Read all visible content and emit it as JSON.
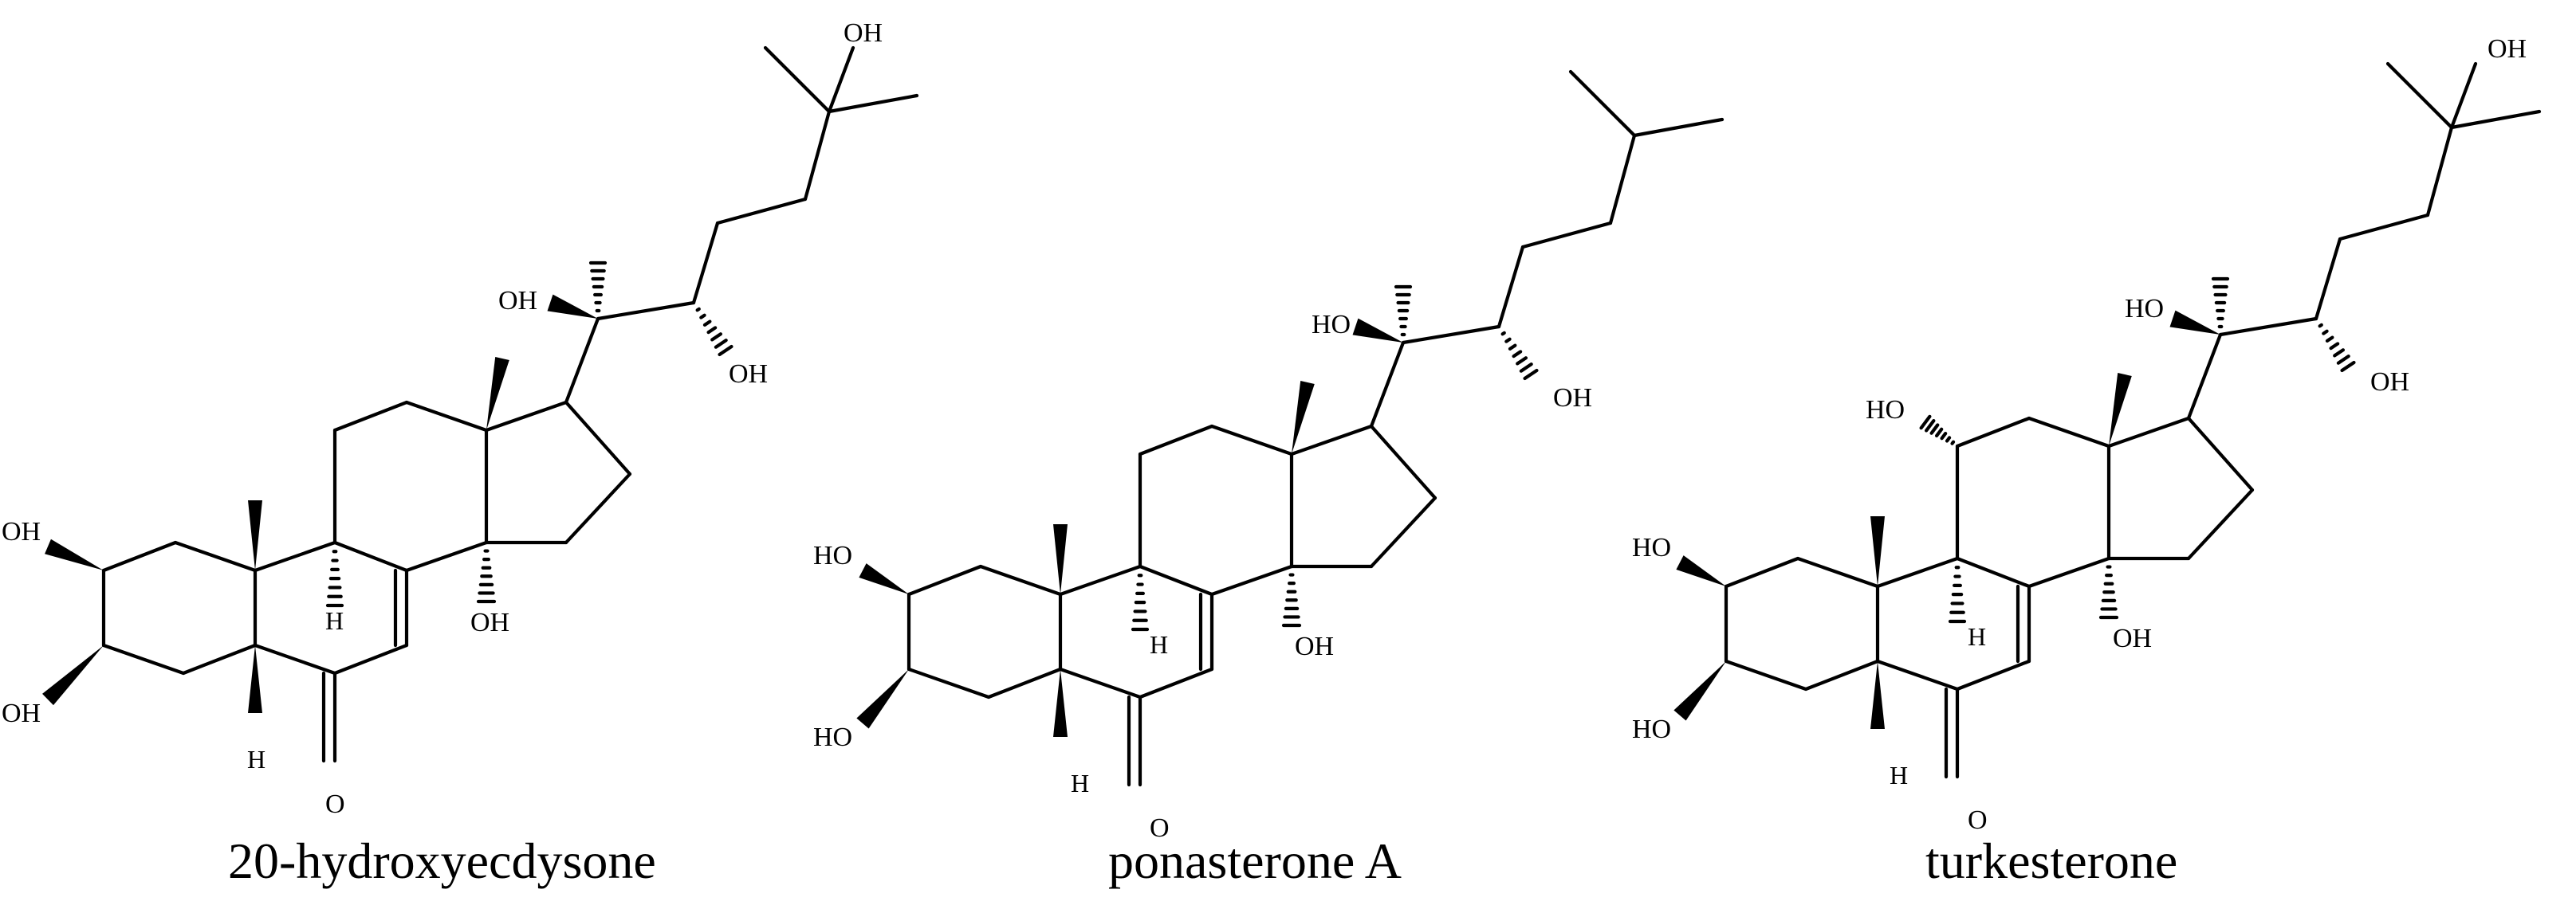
{
  "molecules": [
    {
      "name": "20-hydroxyecdysone",
      "labels": {
        "oh2": "OH",
        "oh3": "OH",
        "h5": "H",
        "o6": "O",
        "h9": "H",
        "oh14": "OH",
        "oh20": "OH",
        "oh22": "OH",
        "oh25": "OH"
      }
    },
    {
      "name": "ponasterone A",
      "labels": {
        "oh2": "HO",
        "oh3": "HO",
        "h5": "H",
        "o6": "O",
        "h9": "H",
        "oh14": "OH",
        "oh20": "HO",
        "oh22": "OH"
      }
    },
    {
      "name": "turkesterone",
      "labels": {
        "oh2": "HO",
        "oh3": "HO",
        "h5": "H",
        "o6": "O",
        "h9": "H",
        "oh11": "HO",
        "oh14": "OH",
        "oh20": "HO",
        "oh22": "OH",
        "oh25": "OH"
      }
    }
  ]
}
